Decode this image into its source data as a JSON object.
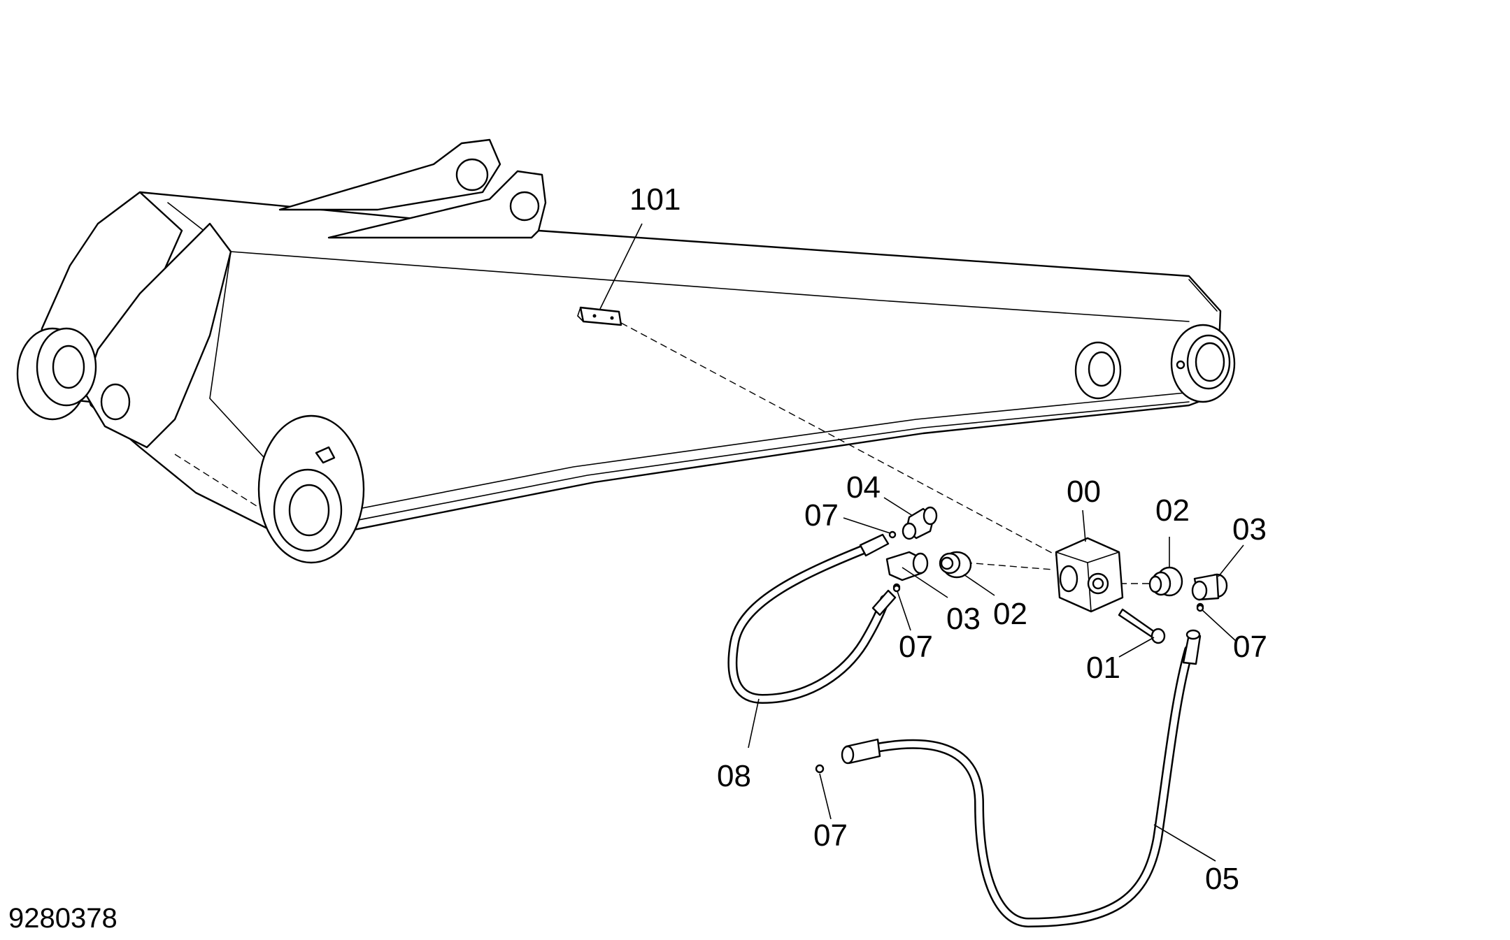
{
  "document_number": "9280378",
  "part_labels": {
    "p101": "101",
    "p00": "00",
    "p01": "01",
    "p02a": "02",
    "p02b": "02",
    "p03a": "03",
    "p03b": "03",
    "p04": "04",
    "p05": "05",
    "p07a": "07",
    "p07b": "07",
    "p07c": "07",
    "p07d": "07",
    "p08": "08"
  }
}
